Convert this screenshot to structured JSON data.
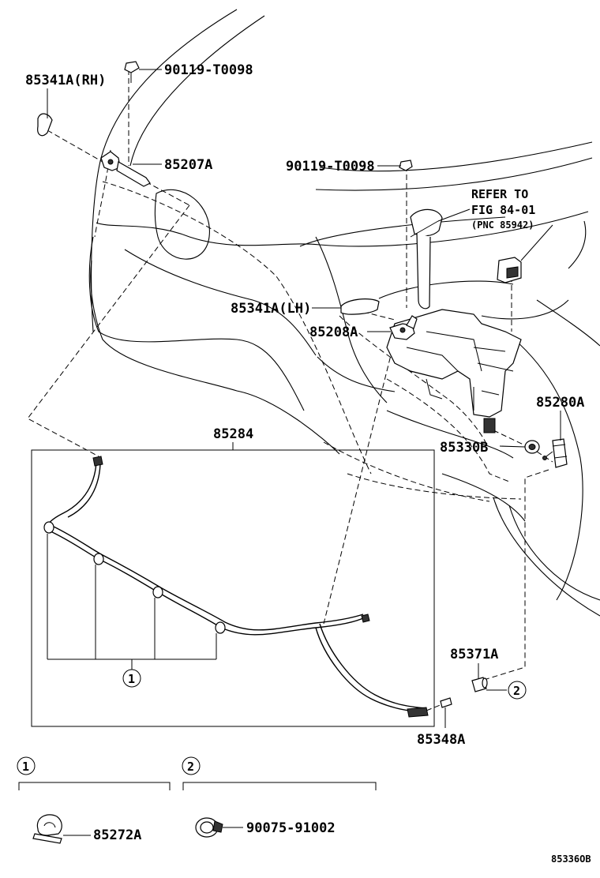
{
  "labels": {
    "p85341a_rh": "85341A(RH)",
    "p90119_top": "90119-T0098",
    "p85207a": "85207A",
    "p90119_mid": "90119-T0098",
    "refer1": "REFER TO",
    "refer2": "FIG 84-01",
    "refer3": "(PNC 85942)",
    "p85341a_lh": "85341A(LH)",
    "p85208a": "85208A",
    "p85280a": "85280A",
    "p85284": "85284",
    "p85330b": "85330B",
    "p85371a": "85371A",
    "p85348a": "85348A",
    "p85272a": "85272A",
    "p90075": "90075-91002",
    "callout1": "1",
    "callout2": "2",
    "legend1": "1",
    "legend2": "2",
    "figure_id": "85336OB"
  },
  "icons": [
    "nozzle-cover-icon",
    "bolt-icon",
    "nozzle-icon",
    "clip-icon",
    "clamp-icon",
    "washer-tank-icon",
    "motor-icon",
    "grommet-icon",
    "check-valve-icon",
    "connector-icon"
  ]
}
